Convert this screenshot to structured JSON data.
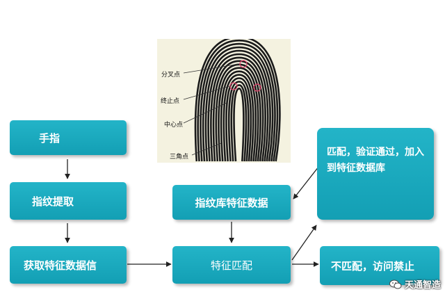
{
  "fingerprint": {
    "labels": {
      "bifurcation": "分叉点",
      "ending": "终止点",
      "center": "中心点",
      "delta": "三角点"
    }
  },
  "boxes": {
    "finger": "手指",
    "extract": "指纹提取",
    "get_features": "获取特征数据信",
    "database": "指纹库特征数据",
    "match": "特征匹配",
    "pass": "匹配，验证通过，加入到特征数据库",
    "fail": "不匹配，访问禁止"
  },
  "watermark": {
    "text": "天通智造",
    "icon": "wechat-icon"
  },
  "colors": {
    "box": "#1aa9bd",
    "arrow": "#222222",
    "marker": "#e0406a"
  }
}
